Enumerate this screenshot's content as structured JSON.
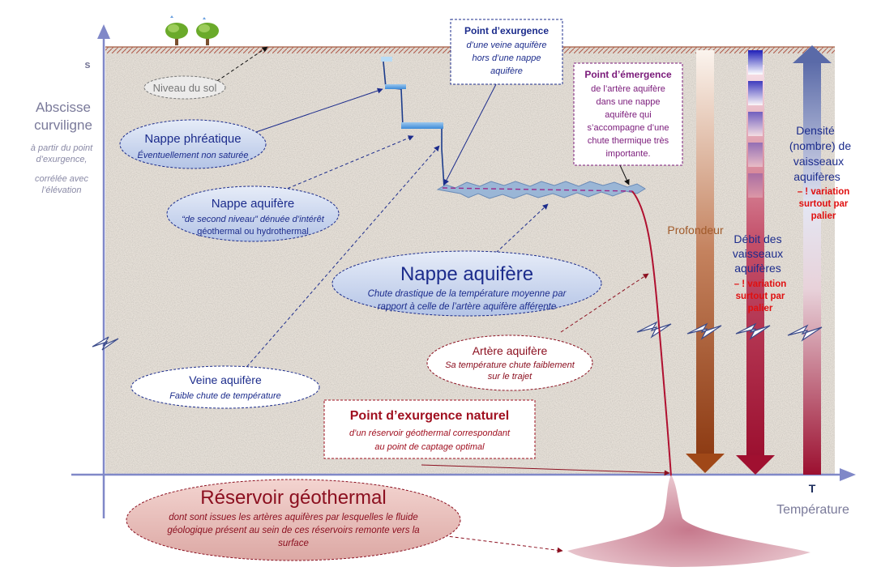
{
  "axes": {
    "y_letter": "s",
    "y_title_line1": "Abscisse",
    "y_title_line2": "curviligne",
    "y_sub1": "à partir du point",
    "y_sub2": "d’exurgence,",
    "y_sub3": "corrélée avec",
    "y_sub4": "l’élévation",
    "x_letter": "T",
    "x_title": "Température"
  },
  "labels": {
    "niveau_sol": "Niveau du sol",
    "nappe_phreatique_title": "Nappe phréatique",
    "nappe_phreatique_sub": "Éventuellement non saturée",
    "nappe_second_title": "Nappe aquifère",
    "nappe_second_sub1": "“de second niveau” dénuée d’intérêt",
    "nappe_second_sub2": "géothermal ou hydrothermal",
    "nappe_main_title": "Nappe aquifère",
    "nappe_main_sub1": "Chute drastique de la température moyenne par",
    "nappe_main_sub2": "rapport à celle de l’artère aquifère afférente",
    "veine_title": "Veine aquifère",
    "veine_sub": "Faible chute de température",
    "artere_title": "Artère aquifère",
    "artere_sub1": "Sa température chute faiblement",
    "artere_sub2": "sur le trajet",
    "reservoir_title": "Réservoir géothermal",
    "reservoir_sub1": "dont sont issues les artères aquifères par lesquelles le  fluide",
    "reservoir_sub2": "géologique présent au sein de ces réservoirs remonte vers la",
    "reservoir_sub3": "surface",
    "exurgence_title": "Point d’exurgence",
    "exurgence_sub1": "d’une veine aquifère",
    "exurgence_sub2": "hors d’une nappe",
    "exurgence_sub3": "aquifère",
    "emergence_title": "Point d’émergence",
    "emergence_sub1": "de l’artère aquifère",
    "emergence_sub2": "dans une nappe",
    "emergence_sub3": "aquifère qui",
    "emergence_sub4": "s’accompagne d’une",
    "emergence_sub5": "chute thermique très",
    "emergence_sub6": "importante.",
    "naturel_title": "Point d’exurgence naturel",
    "naturel_sub1": "d’un réservoir géothermal correspondant",
    "naturel_sub2": "au point de captage optimal",
    "profondeur": "Profondeur",
    "debit_1": "Débit des",
    "debit_2": "vaisseaux",
    "debit_3": "aquifères",
    "debit_note1": "– ! variation",
    "debit_note2": "surtout par",
    "debit_note3": "palier",
    "densite_1": "Densité",
    "densite_2": "(nombre) de",
    "densite_3": "vaisseaux",
    "densite_4": "aquifères",
    "densite_note1": "– ! variation",
    "densite_note2": "surtout par",
    "densite_note3": "palier"
  },
  "colors": {
    "ground": "#e6e0d8",
    "soil_line": "#b0705a",
    "axis": "#8088c8",
    "navy": "#1c2c8c",
    "maroon": "#8c1020",
    "dark_red": "#a01020",
    "purple": "#7a1a7a",
    "bubble_blue": "#c8d4ee",
    "red_note": "#e01010",
    "grey_text": "#7a7a9a"
  }
}
